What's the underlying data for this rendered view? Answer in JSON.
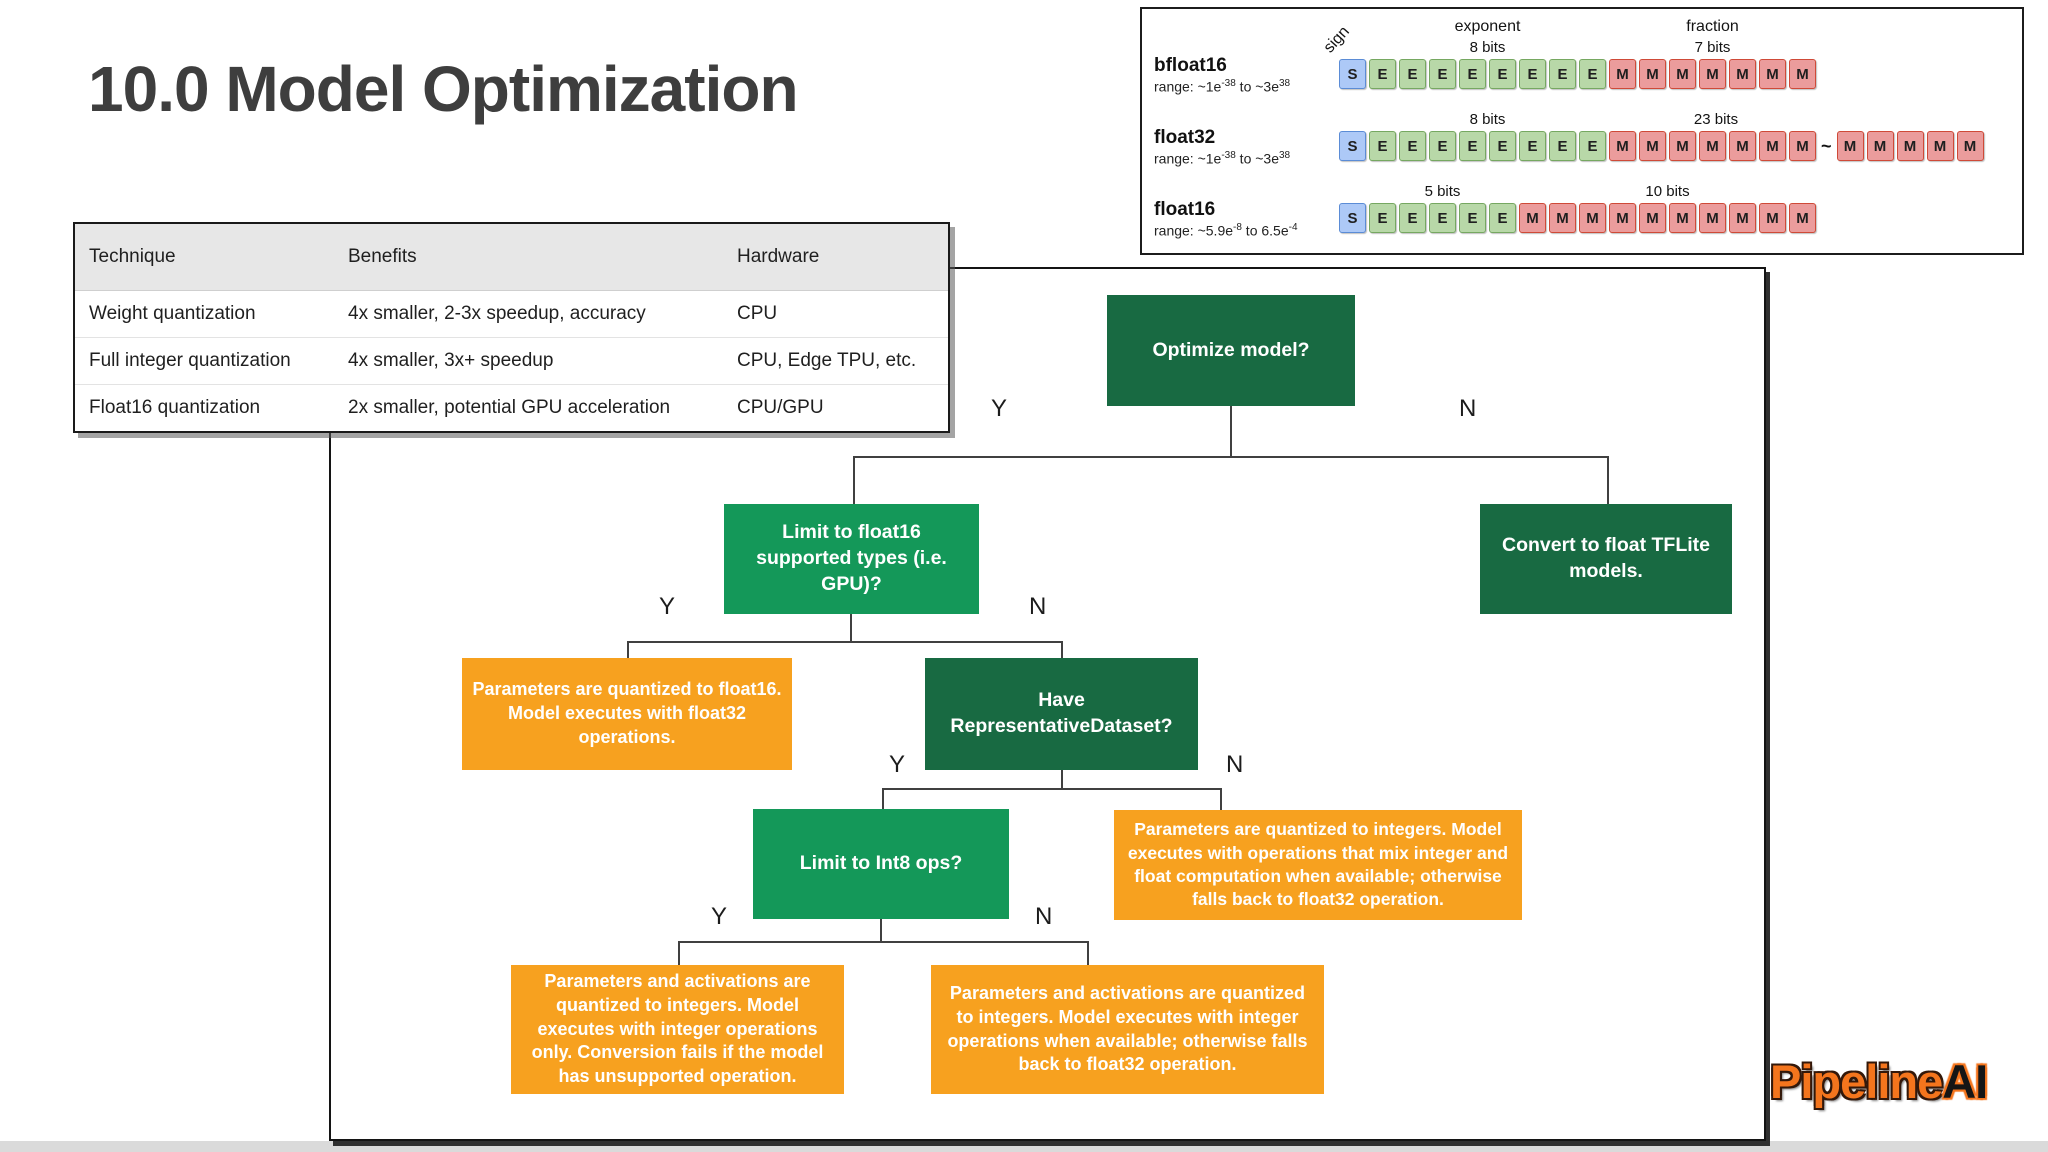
{
  "page": {
    "title": "10.0 Model Optimization"
  },
  "colors": {
    "dark_green": "#186A42",
    "bright_green": "#149859",
    "orange": "#F7A11F",
    "sign_fill": "#ADC9F7",
    "sign_border": "#5B8CD6",
    "exp_fill": "#B8D8A8",
    "exp_border": "#76A861",
    "frac_fill": "#EB9C9C",
    "frac_border": "#CF4A38",
    "header_bg": "#E7E7E7",
    "logo_orange": "#F4751D"
  },
  "table": {
    "headers": [
      "Technique",
      "Benefits",
      "Hardware"
    ],
    "rows": [
      [
        "Weight quantization",
        "4x smaller, 2-3x speedup, accuracy",
        "CPU"
      ],
      [
        "Full integer quantization",
        "4x smaller, 3x+ speedup",
        "CPU, Edge TPU, etc."
      ],
      [
        "Float16 quantization",
        "2x smaller, potential GPU acceleration",
        "CPU/GPU"
      ]
    ]
  },
  "float_formats": {
    "header_sign": "sign",
    "header_exponent": "exponent",
    "header_fraction": "fraction",
    "letters": {
      "s": "S",
      "e": "E",
      "m": "M",
      "tilde": "~"
    },
    "rows": [
      {
        "name": "bfloat16",
        "range_base1": "range: ~1e",
        "range_exp1": "-38",
        "range_mid": " to ~3e",
        "range_exp2": "38",
        "exp_bits_label": "8 bits",
        "frac_bits_label": "7 bits",
        "exp_count": 8,
        "frac_count": 7,
        "frac_ext_count": 0
      },
      {
        "name": "float32",
        "range_base1": "range: ~1e",
        "range_exp1": "-38",
        "range_mid": " to ~3e",
        "range_exp2": "38",
        "exp_bits_label": "8 bits",
        "frac_bits_label": "23 bits",
        "exp_count": 8,
        "frac_count": 7,
        "frac_ext_count": 5
      },
      {
        "name": "float16",
        "range_base1": "range: ~5.9e",
        "range_exp1": "-8",
        "range_mid": " to 6.5e",
        "range_exp2": "-4",
        "exp_bits_label": "5 bits",
        "frac_bits_label": "10 bits",
        "exp_count": 5,
        "frac_count": 10,
        "frac_ext_count": 0
      }
    ]
  },
  "flowchart": {
    "branch_labels": {
      "yes": "Y",
      "no": "N"
    },
    "nodes": {
      "optimize": {
        "label": "Optimize model?"
      },
      "limit_float16": {
        "label": "Limit to float16 supported types (i.e. GPU)?"
      },
      "convert_tflite": {
        "label": "Convert to float TFLite models."
      },
      "param_float16": {
        "label": "Parameters are quantized to float16. Model executes with float32 operations."
      },
      "have_repdataset": {
        "label": "Have RepresentativeDataset?"
      },
      "limit_int8": {
        "label": "Limit to Int8 ops?"
      },
      "param_int_mix": {
        "label": "Parameters are quantized to integers. Model executes with operations that mix integer and float computation when available; otherwise falls back to float32 operation."
      },
      "param_int_only": {
        "label": "Parameters and activations are quantized to integers. Model executes with integer operations only. Conversion fails if the model has unsupported operation."
      },
      "param_int_fallback": {
        "label": "Parameters and activations are quantized to integers. Model executes with integer operations when available; otherwise falls back to float32 operation."
      }
    }
  },
  "logo": {
    "part1": "Pipeline",
    "part2": "AI"
  }
}
